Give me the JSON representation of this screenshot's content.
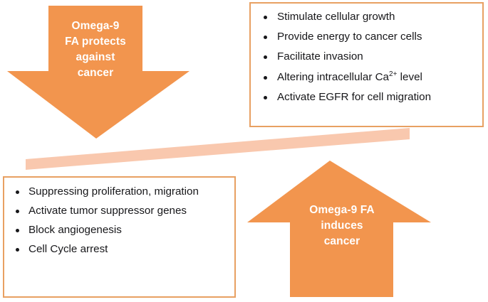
{
  "figure": {
    "title": "Omega-9 fatty acid balance in cancer",
    "colors": {
      "arrow_orange": "#f2954e",
      "beam_peach": "#f9c8ae",
      "box_border": "#e8a062",
      "box_fill": "#ffffff",
      "arrow_text": "#ffffff",
      "bullet_text": "#17171a"
    }
  },
  "down_arrow": {
    "label": "Omega-9 FA protects against cancer",
    "lines": [
      "Omega-9",
      "FA protects",
      "against",
      "cancer"
    ]
  },
  "up_arrow": {
    "label": "Omega-9 FA induces cancer",
    "lines": [
      "Omega-9 FA",
      "induces",
      "cancer"
    ]
  },
  "top_right_box": {
    "bullets": [
      {
        "text": "Stimulate cellular growth"
      },
      {
        "text": "Provide energy to cancer cells"
      },
      {
        "text": "Facilitate invasion"
      },
      {
        "text": "Altering intracellular Ca2+ level",
        "pre": "Altering intracellular Ca",
        "sup": "2+",
        "post": " level"
      },
      {
        "text": "Activate EGFR for cell migration"
      }
    ]
  },
  "bottom_left_box": {
    "bullets": [
      {
        "text": "Suppressing proliferation, migration"
      },
      {
        "text": "Activate tumor suppressor genes"
      },
      {
        "text": "Block angiogenesis"
      },
      {
        "text": "Cell Cycle arrest"
      }
    ]
  },
  "beam": {
    "name": "tilted-balance-beam"
  }
}
